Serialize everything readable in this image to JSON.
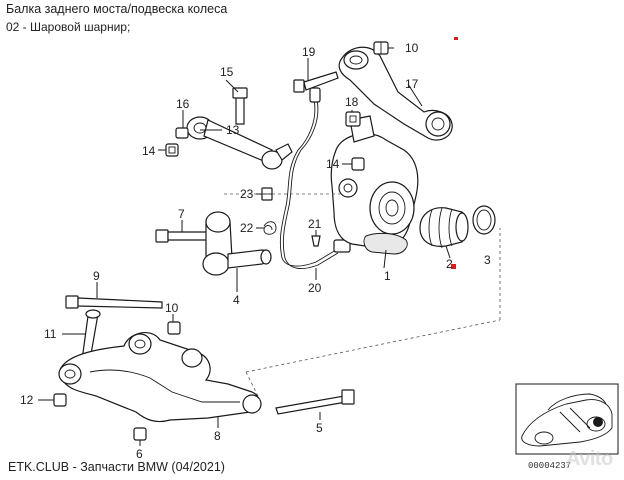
{
  "header": {
    "title": "Балка заднего моста/подвеска колеса",
    "subtitle": "02 - Шаровой шарнир;"
  },
  "footer": {
    "source": "ETK.CLUB - Запчасти BMW (04/2021)",
    "doc_number": "00004237",
    "watermark": "Avito"
  },
  "callouts": {
    "p1": "1",
    "p2": "2",
    "p3": "3",
    "p4": "4",
    "p5": "5",
    "p6": "6",
    "p7": "7",
    "p8": "8",
    "p9": "9",
    "p10a": "10",
    "p10b": "10",
    "p11": "11",
    "p12": "12",
    "p13": "13",
    "p14a": "14",
    "p14b": "14",
    "p15": "15",
    "p16": "16",
    "p17": "17",
    "p18": "18",
    "p19": "19",
    "p20": "20",
    "p21": "21",
    "p22": "22",
    "p23": "23"
  },
  "colors": {
    "highlight": "#d42020",
    "line": "#1a1a1a"
  }
}
